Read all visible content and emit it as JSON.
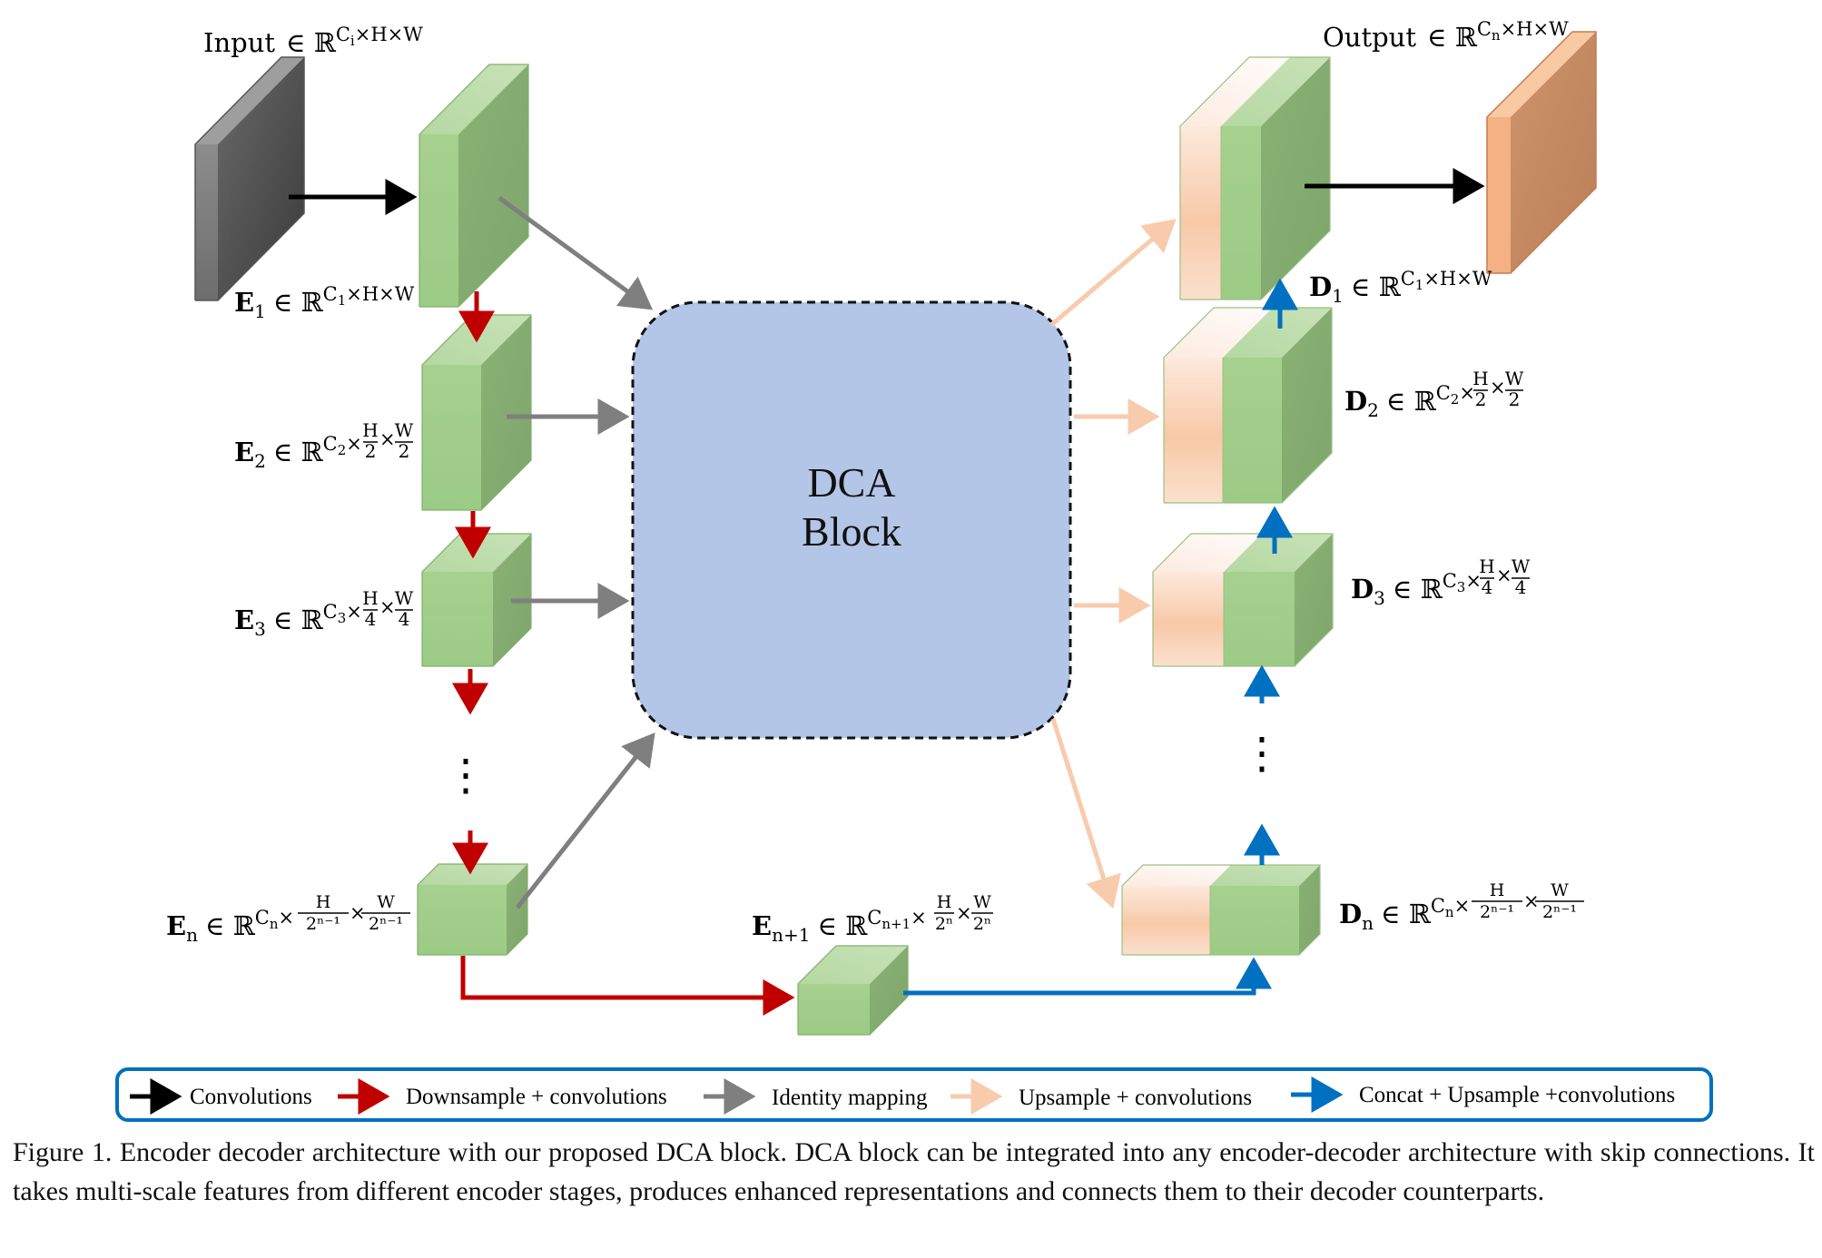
{
  "input_label": {
    "word": "Input",
    "set": "∈ ℝ",
    "sup": "C",
    "sup_sub": "i",
    "sup_rest": "×H×W"
  },
  "output_label": {
    "word": "Output",
    "set": "∈ ℝ",
    "sup": "C",
    "sup_sub": "n",
    "sup_rest": "×H×W"
  },
  "encoder": {
    "e1": {
      "name": "E",
      "sub": "1",
      "set": "∈ ℝ",
      "sup": "C",
      "sup_sub": "1",
      "sup_rest": "×H×W"
    },
    "e2": {
      "name": "E",
      "sub": "2",
      "set": "∈ ℝ",
      "sup": "C",
      "sup_sub": "2",
      "x": "×",
      "h_num": "H",
      "h_den": "2",
      "w_num": "W",
      "w_den": "2"
    },
    "e3": {
      "name": "E",
      "sub": "3",
      "set": "∈ ℝ",
      "sup": "C",
      "sup_sub": "3",
      "x": "×",
      "h_num": "H",
      "h_den": "4",
      "w_num": "W",
      "w_den": "4"
    },
    "en": {
      "name": "E",
      "sub": "n",
      "set": "∈ ℝ",
      "sup": "C",
      "sup_sub": "n",
      "x": "×",
      "h_num": "H",
      "h_den": "2ⁿ⁻¹",
      "w_num": "W",
      "w_den": "2ⁿ⁻¹"
    },
    "en1": {
      "name": "E",
      "sub": "n+1",
      "set": "∈ ℝ",
      "sup": "C",
      "sup_sub": "n+1",
      "x": "×",
      "h_num": "H",
      "h_den": "2ⁿ",
      "w_num": "W",
      "w_den": "2ⁿ"
    },
    "ellipsis": "⋮"
  },
  "decoder": {
    "d1": {
      "name": "D",
      "sub": "1",
      "set": "∈ ℝ",
      "sup": "C",
      "sup_sub": "1",
      "sup_rest": "×H×W"
    },
    "d2": {
      "name": "D",
      "sub": "2",
      "set": "∈ ℝ",
      "sup": "C",
      "sup_sub": "2",
      "x": "×",
      "h_num": "H",
      "h_den": "2",
      "w_num": "W",
      "w_den": "2"
    },
    "d3": {
      "name": "D",
      "sub": "3",
      "set": "∈ ℝ",
      "sup": "C",
      "sup_sub": "3",
      "x": "×",
      "h_num": "H",
      "h_den": "4",
      "w_num": "W",
      "w_den": "4"
    },
    "dn": {
      "name": "D",
      "sub": "n",
      "set": "∈ ℝ",
      "sup": "C",
      "sup_sub": "n",
      "x": "×",
      "h_num": "H",
      "h_den": "2ⁿ⁻¹",
      "w_num": "W",
      "w_den": "2ⁿ⁻¹"
    },
    "ellipsis": "⋮"
  },
  "dca_block": {
    "line1": "DCA",
    "line2": "Block",
    "fill": "#b3c6e7"
  },
  "legend": {
    "items": [
      {
        "label": "Convolutions",
        "color": "#000000"
      },
      {
        "label": "Downsample + convolutions",
        "color": "#c00000"
      },
      {
        "label": "Identity mapping",
        "color": "#7f7f7f"
      },
      {
        "label": "Upsample + convolutions",
        "color": "#f8cbad"
      },
      {
        "label": "Concat + Upsample +convolutions",
        "color": "#0070c0"
      }
    ],
    "border_color": "#0070c0"
  },
  "caption": "Figure 1. Encoder decoder architecture with our proposed DCA block. DCA block can be integrated into any encoder-decoder architecture with skip connections. It takes multi-scale features from different encoder stages, produces enhanced representations and connects them to their decoder counterparts."
}
